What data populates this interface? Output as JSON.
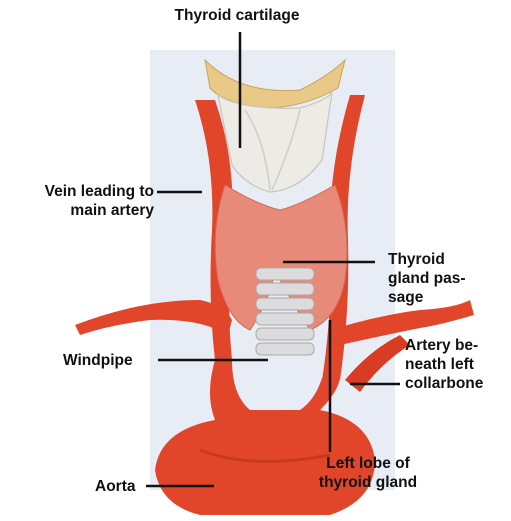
{
  "labels": {
    "thyroid_cartilage": "Thyroid cartilage",
    "vein": "Vein leading to\nmain artery",
    "thyroid_passage": "Thyroid\ngland pas-\nsage",
    "windpipe": "Windpipe",
    "artery_beneath": "Artery be-\nneath left\ncollarbone",
    "left_lobe": "Left lobe of\nthyroid gland",
    "aorta": "Aorta"
  },
  "colors": {
    "artery": "#e2462a",
    "artery_dark": "#b8301b",
    "thyroid": "#e88a7a",
    "cartilage": "#ecebe6",
    "bone": "#e9c987",
    "windpipe": "#d9d9d9",
    "background_panel": "#e6ecf4",
    "leader_line": "#111111"
  }
}
